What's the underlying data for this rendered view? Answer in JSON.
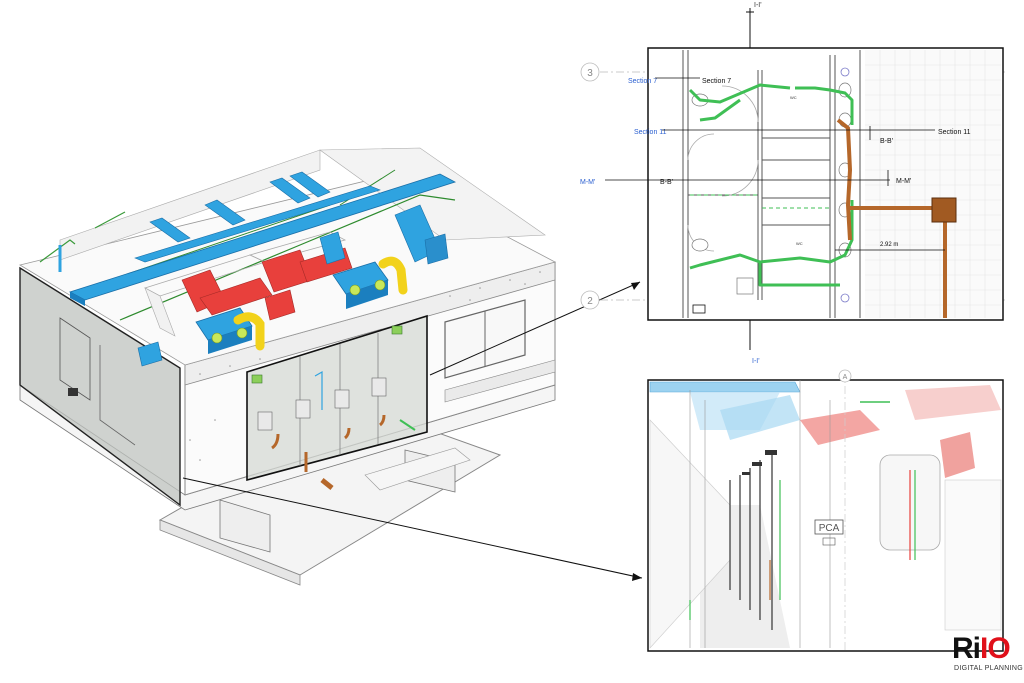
{
  "plan": {
    "grid_top": "3",
    "grid_bottom": "2",
    "section_top": "I-I'",
    "section_bottom": "I-I'",
    "labels": {
      "section7_left": "Section 7",
      "section7_right": "Section 7",
      "section11_left": "Section 11",
      "section11_right": "Section 11",
      "bb_left": "B-B'",
      "bb_right": "B-B'",
      "mm_left": "M-M'",
      "mm_mid": "B-B'",
      "mm_right": "M-M'",
      "dimension": "2.92 m",
      "wc_top": "WC",
      "wc_bottom": "WC"
    }
  },
  "interior": {
    "grid_label": "A",
    "sign": "PCA"
  },
  "logo": {
    "left": "Ri",
    "right": "IO",
    "sub": "DIGITAL PLANNING"
  },
  "colors": {
    "duct_blue": "#2fa3e0",
    "duct_red": "#e8403c",
    "duct_yellow": "#f2d21b",
    "pipe_green": "#3fbf55",
    "pipe_brown": "#b5672a",
    "label_blue": "#2a5fd0",
    "brand_red": "#e0101a"
  }
}
